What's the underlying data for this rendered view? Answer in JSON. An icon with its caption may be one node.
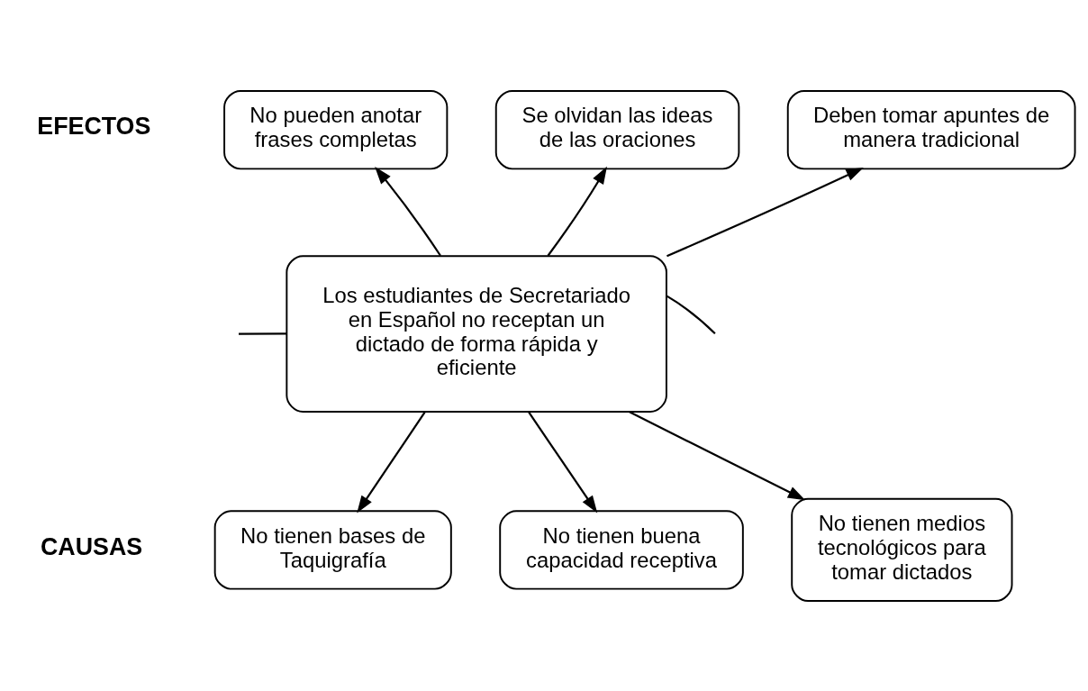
{
  "diagram": {
    "nodes": [
      {
        "text": [
          "Los estudiantes de Secretariado en Español no receptan un dictado de forma rápida y eficiente"
        ]
      },
      {
        "text": [
          "No pueden anotar frases completas"
        ]
      },
      {
        "text": [
          "Se olvidan las ideas de las oraciones"
        ]
      },
      {
        "text": [
          "Deben tomar apuntes de manera tradicional"
        ]
      },
      {
        "text": [
          "No tienen bases de Taquigrafía"
        ]
      },
      {
        "text": [
          "No tienen buena capacidad receptiva"
        ]
      },
      {
        "text": [
          "No tienen medios tecnológicos para tomar dictados"
        ]
      }
    ],
    "edges": [
      {
        "from": 0,
        "to": 1,
        "arrow": "to"
      },
      {
        "from": 0,
        "to": 2,
        "arrow": "to"
      },
      {
        "from": 0,
        "to": 3,
        "arrow": "to"
      },
      {
        "from": 0,
        "to": 4,
        "arrow": "to"
      },
      {
        "from": 0,
        "to": 5,
        "arrow": "to"
      },
      {
        "from": 0,
        "to": 6,
        "arrow": "to"
      },
      {
        "from": null,
        "to": 0,
        "arrow": "none"
      },
      {
        "from": 0,
        "to": null,
        "arrow": "none"
      }
    ],
    "labels": [
      "EFECTOS",
      "CAUSAS"
    ]
  }
}
